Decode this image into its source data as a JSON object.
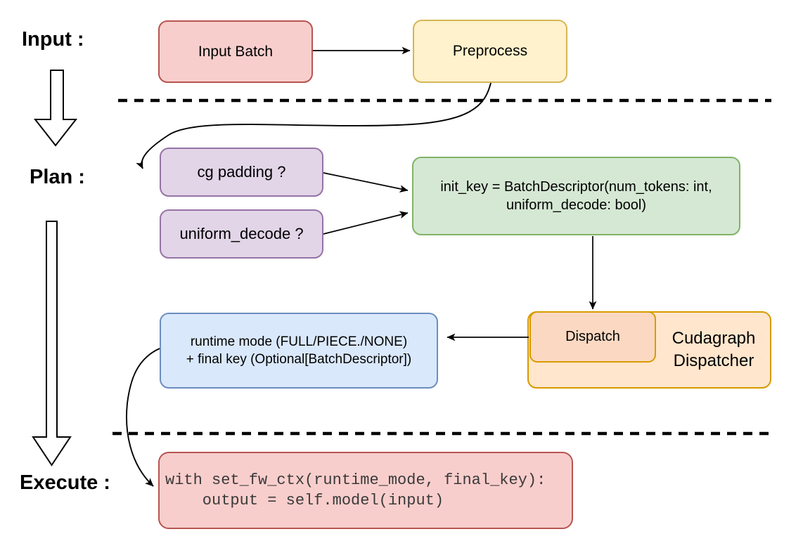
{
  "stage_labels": {
    "input": "Input :",
    "plan": "Plan :",
    "execute": "Execute :"
  },
  "nodes": {
    "input_batch": {
      "label": "Input Batch"
    },
    "preprocess": {
      "label": "Preprocess"
    },
    "cg_padding": {
      "label": "cg padding ?"
    },
    "uniform_decode": {
      "label": "uniform_decode ?"
    },
    "init_key": {
      "line1": "init_key = BatchDescriptor(num_tokens: int,",
      "line2": "uniform_decode: bool)"
    },
    "dispatch": {
      "label": "Dispatch"
    },
    "cudagraph_dispatcher": {
      "line1": "Cudagraph",
      "line2": "Dispatcher"
    },
    "runtime_result": {
      "line1": "runtime mode (FULL/PIECE./NONE)",
      "line2": "+ final key (Optional[BatchDescriptor])"
    },
    "execute_code": {
      "line1": "with set_fw_ctx(runtime_mode, final_key):",
      "line2": "    output = self.model(input)"
    }
  },
  "colors": {
    "red_fill": "#f8cecc",
    "red_border": "#b85450",
    "yellow_fill": "#fff2cc",
    "yellow_border": "#d6b656",
    "purple_fill": "#e1d5e7",
    "purple_border": "#9673a6",
    "green_fill": "#d5e8d4",
    "green_border": "#82b366",
    "blue_fill": "#dae8fc",
    "blue_border": "#6c8ebf",
    "orange_fill": "#ffe6cc",
    "orange_inner_fill": "#fbd8c2",
    "orange_border": "#d79b00",
    "line_color": "#000000"
  }
}
